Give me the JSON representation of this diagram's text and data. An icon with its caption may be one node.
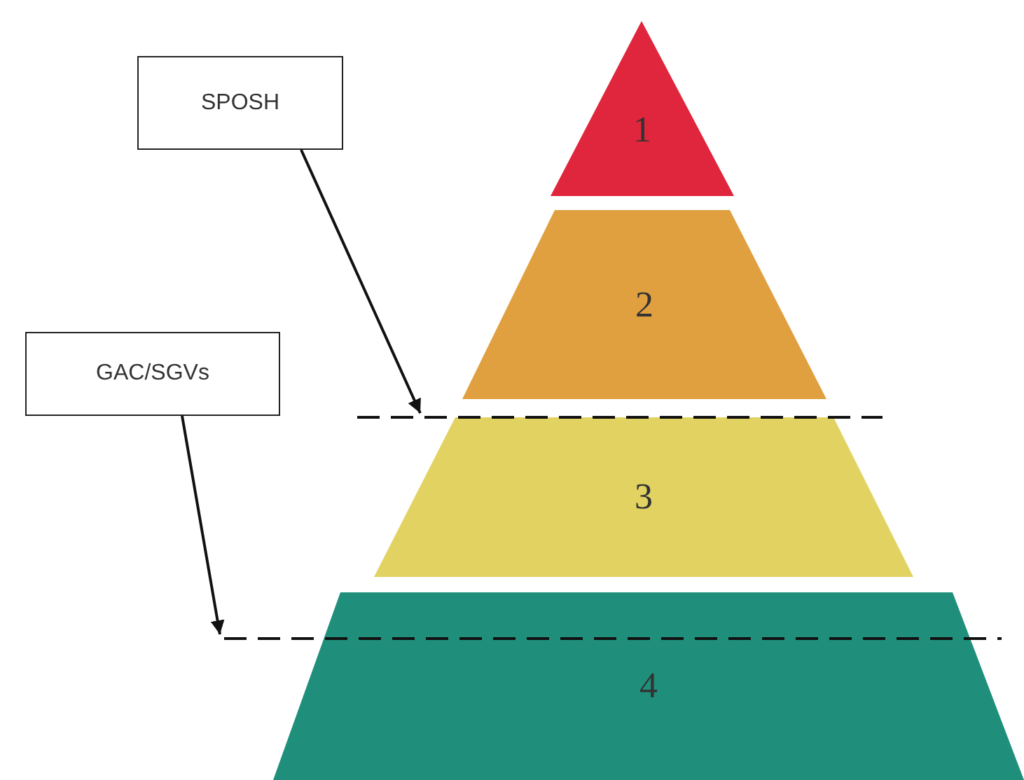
{
  "diagram": {
    "nodes": [
      {
        "text": [
          "SPOSH"
        ]
      },
      {
        "text": [
          "GAC/SGVs"
        ]
      },
      {
        "text": [
          "1"
        ]
      },
      {
        "text": [
          "2"
        ]
      },
      {
        "text": [
          "3"
        ]
      },
      {
        "text": [
          "4"
        ]
      },
      {
        "text": [],
        "shape": "line"
      },
      {
        "text": [],
        "shape": "line"
      }
    ],
    "edges": [
      {
        "from": 0,
        "to": 6,
        "arrow": "to"
      },
      {
        "from": 1,
        "to": 7,
        "arrow": "to"
      }
    ]
  }
}
